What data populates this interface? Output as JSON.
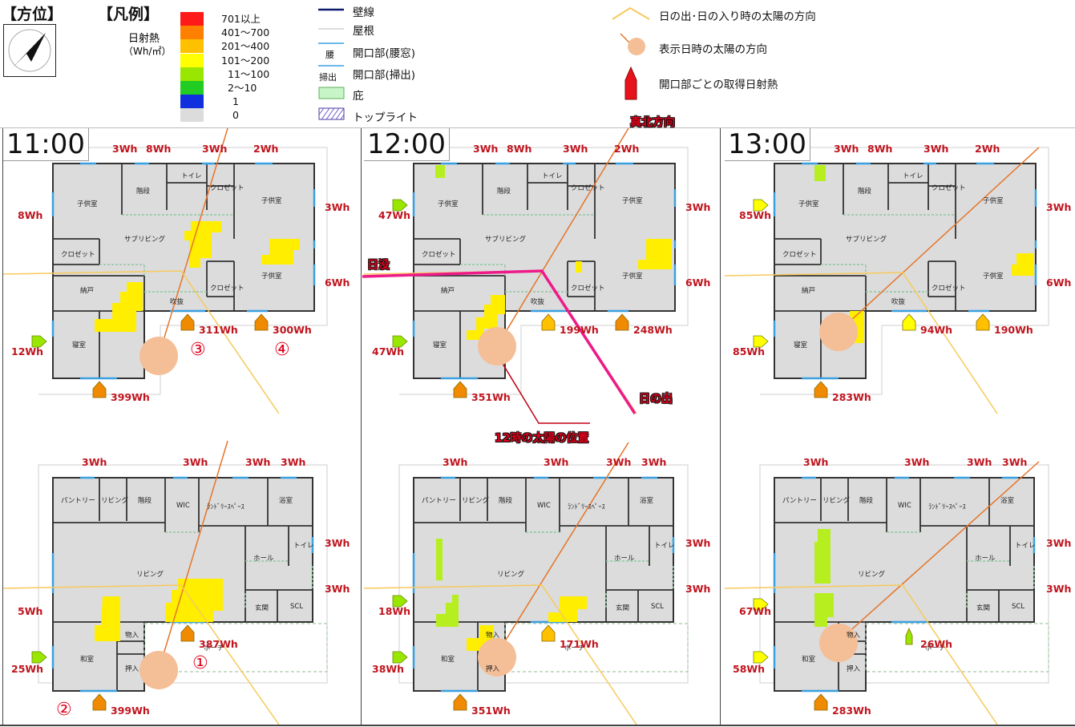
{
  "header": {
    "direction_title": "【方位】",
    "legend_title": "【凡例】",
    "heat_label_1": "日射熱",
    "heat_label_2": "（Wh/㎡）"
  },
  "legend_scale": [
    {
      "label": "701以上",
      "color": "#ff1a1a"
    },
    {
      "label": "401～700",
      "color": "#ff7f00"
    },
    {
      "label": "201～400",
      "color": "#ffc000"
    },
    {
      "label": "101～200",
      "color": "#ffff00"
    },
    {
      "label": "11～100",
      "color": "#99e600"
    },
    {
      "label": "2～10",
      "color": "#22cc22"
    },
    {
      "label": "1",
      "color": "#1030dd"
    },
    {
      "label": "0",
      "color": "#dcdcdc"
    }
  ],
  "legend_keys": {
    "wall": "壁線",
    "roof": "屋根",
    "waist_window_tag": "腰",
    "waist_window": "開口部(腰窓)",
    "sweep_window_tag": "掃出",
    "sweep_window": "開口部(掃出)",
    "eave": "庇",
    "toplight": "トップライト",
    "sunrise_sunset_dir": "日の出･日の入り時の太陽の方向",
    "sun_dir": "表示日時の太陽の方向",
    "opening_heat": "開口部ごとの取得日射熱"
  },
  "annotations": {
    "true_north": "真北方向",
    "sunset": "日没",
    "sunrise": "日の出",
    "sun_position_12": "12時の太陽の位置",
    "markers": [
      "③",
      "④",
      "①",
      "②"
    ]
  },
  "rooms_upper": [
    {
      "key": "kodomo1",
      "label": "子供室"
    },
    {
      "key": "kaidan",
      "label": "階段"
    },
    {
      "key": "toire",
      "label": "トイレ"
    },
    {
      "key": "closet1",
      "label": "クロゼット"
    },
    {
      "key": "kodomo2",
      "label": "子供室"
    },
    {
      "key": "subliving",
      "label": "サブリビング"
    },
    {
      "key": "closet2",
      "label": "クロゼット"
    },
    {
      "key": "nando",
      "label": "納戸"
    },
    {
      "key": "fukinuke",
      "label": "吹抜"
    },
    {
      "key": "closet3",
      "label": "クロゼット"
    },
    {
      "key": "kodomo3",
      "label": "子供室"
    },
    {
      "key": "shinshitsu",
      "label": "寝室"
    }
  ],
  "rooms_lower": [
    {
      "key": "pantry",
      "label": "パントリー"
    },
    {
      "key": "living_s",
      "label": "リビング"
    },
    {
      "key": "kaidan",
      "label": "階段"
    },
    {
      "key": "wic",
      "label": "WIC"
    },
    {
      "key": "laundry",
      "label": "ﾗﾝﾄﾞﾘｰｽﾍﾟｰｽ"
    },
    {
      "key": "yokushitsu",
      "label": "浴室"
    },
    {
      "key": "hall",
      "label": "ホール"
    },
    {
      "key": "toire",
      "label": "トイレ"
    },
    {
      "key": "living",
      "label": "リビング"
    },
    {
      "key": "genkan",
      "label": "玄関"
    },
    {
      "key": "scl",
      "label": "SCL"
    },
    {
      "key": "monoire",
      "label": "物入"
    },
    {
      "key": "washitsu",
      "label": "和室"
    },
    {
      "key": "oshiire",
      "label": "押入"
    },
    {
      "key": "porch",
      "label": "ポーチ"
    }
  ],
  "panels": [
    {
      "time": "11:00",
      "upper": {
        "top": [
          "3Wh",
          "8Wh",
          "3Wh",
          "2Wh"
        ],
        "west_upper": "8Wh",
        "east_upper": "3Wh",
        "east_lower": "6Wh",
        "west_lower": "12Wh",
        "openings": [
          "311Wh",
          "300Wh",
          "399Wh"
        ]
      },
      "lower": {
        "top": [
          "3Wh",
          "3Wh",
          "3Wh",
          "3Wh"
        ],
        "east_upper": "3Wh",
        "east_lower": "3Wh",
        "west_upper": "5Wh",
        "west_lower": "25Wh",
        "openings": [
          "387Wh",
          "399Wh"
        ]
      }
    },
    {
      "time": "12:00",
      "upper": {
        "top": [
          "3Wh",
          "8Wh",
          "3Wh",
          "2Wh"
        ],
        "west_upper": "47Wh",
        "east_upper": "3Wh",
        "east_lower": "6Wh",
        "west_lower": "47Wh",
        "openings": [
          "199Wh",
          "248Wh",
          "351Wh"
        ]
      },
      "lower": {
        "top": [
          "3Wh",
          "3Wh",
          "3Wh",
          "3Wh"
        ],
        "east_upper": "3Wh",
        "east_lower": "3Wh",
        "west_upper": "18Wh",
        "west_lower": "38Wh",
        "openings": [
          "171Wh",
          "351Wh"
        ]
      }
    },
    {
      "time": "13:00",
      "upper": {
        "top": [
          "3Wh",
          "8Wh",
          "3Wh",
          "2Wh"
        ],
        "west_upper": "85Wh",
        "east_upper": "3Wh",
        "east_lower": "6Wh",
        "west_lower": "85Wh",
        "openings": [
          "94Wh",
          "190Wh",
          "283Wh"
        ]
      },
      "lower": {
        "top": [
          "3Wh",
          "3Wh",
          "3Wh",
          "3Wh"
        ],
        "east_upper": "3Wh",
        "east_lower": "3Wh",
        "west_upper": "67Wh",
        "west_lower": "58Wh",
        "openings": [
          "26Wh",
          "283Wh"
        ]
      }
    }
  ],
  "colors": {
    "wh_text": "#c0141e",
    "floor": "#dcdcdc",
    "sun": "#f4be97",
    "sun_line": "#e5742a",
    "sunrise_line": "#f7c95c",
    "annot_red": "#e0001a",
    "magenta": "#ee1a8a"
  }
}
